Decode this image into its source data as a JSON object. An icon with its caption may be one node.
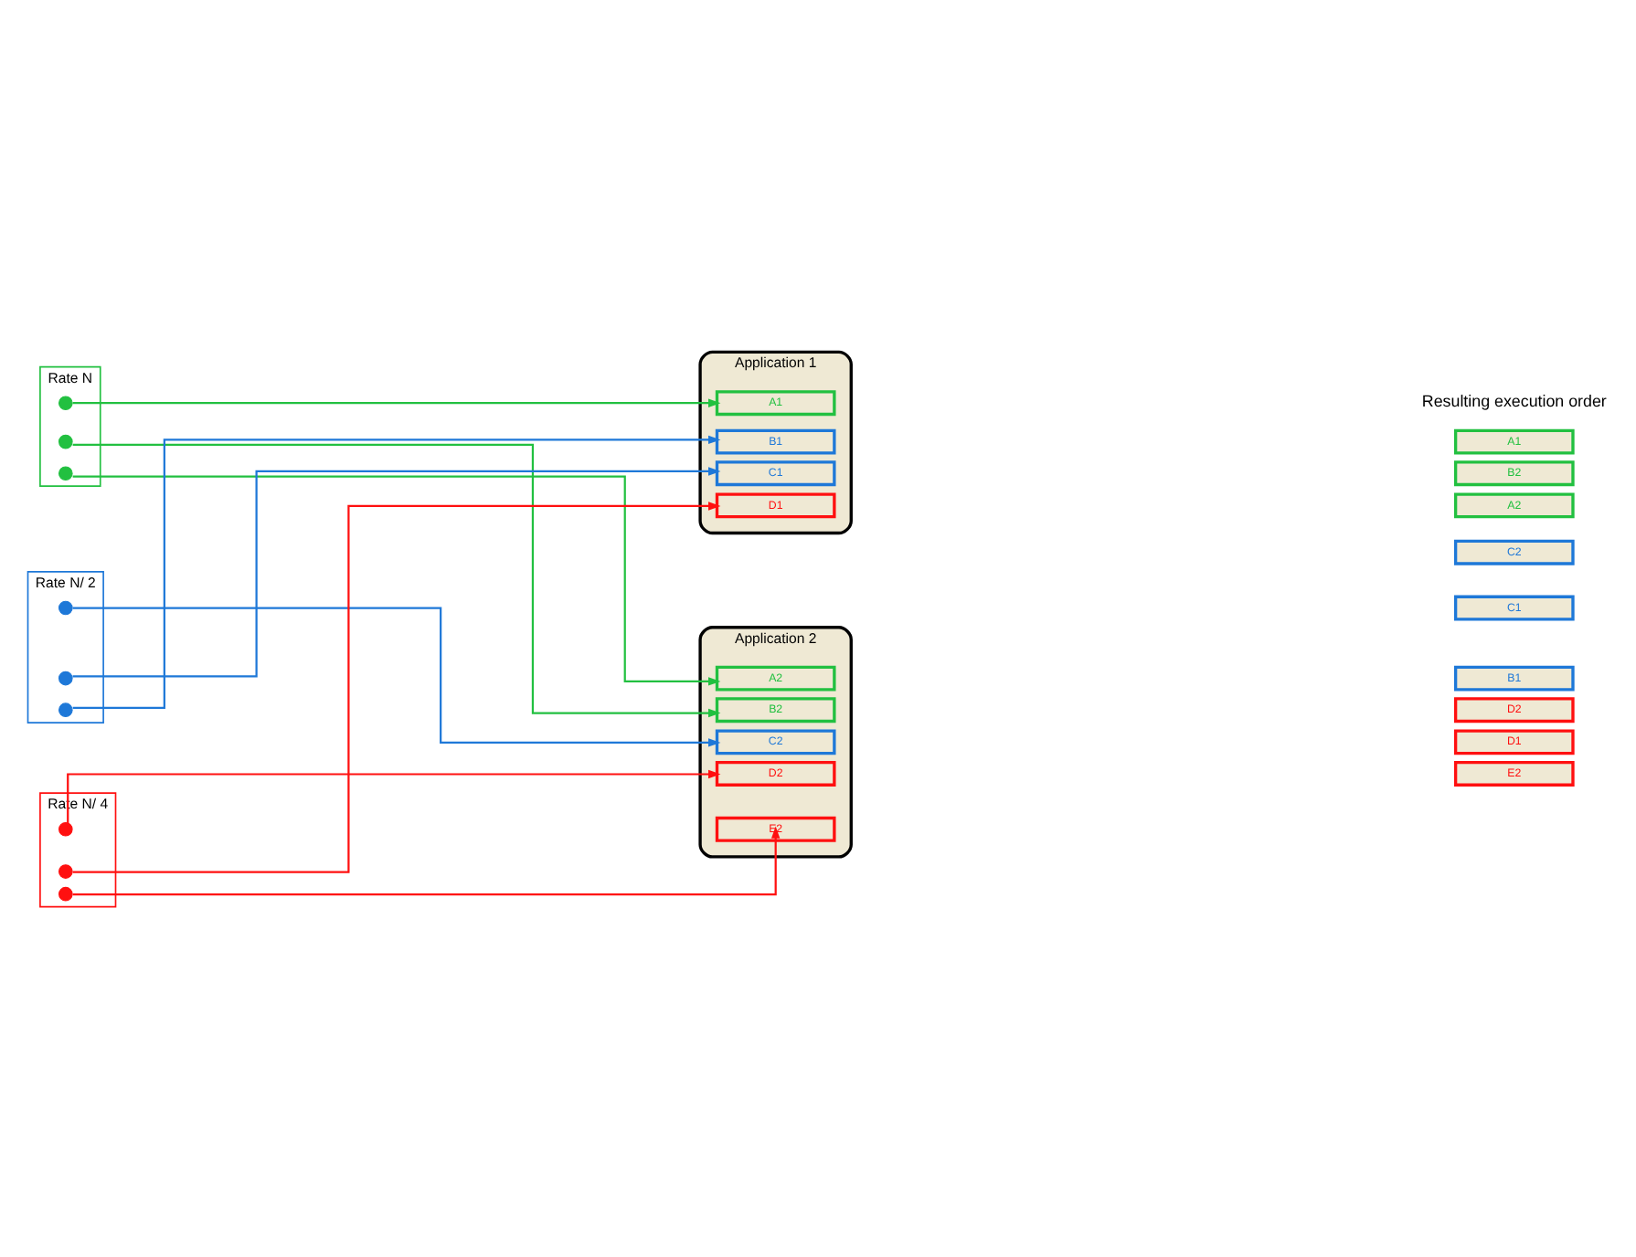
{
  "diagram": {
    "nodes": [
      {
        "text": [
          "Rate N"
        ]
      },
      {
        "text": [],
        "shape": "circle",
        "in": 0
      },
      {
        "text": [],
        "shape": "circle",
        "in": 0
      },
      {
        "text": [],
        "shape": "circle",
        "in": 0
      },
      {
        "text": [
          "Rate N/ 2"
        ]
      },
      {
        "text": [],
        "shape": "circle",
        "in": 4
      },
      {
        "text": [],
        "shape": "circle",
        "in": 4
      },
      {
        "text": [],
        "shape": "circle",
        "in": 4
      },
      {
        "text": [
          "Rate N/ 4"
        ]
      },
      {
        "text": [],
        "shape": "circle",
        "in": 8
      },
      {
        "text": [],
        "shape": "circle",
        "in": 8
      },
      {
        "text": [],
        "shape": "circle",
        "in": 8
      },
      {
        "text": [
          "Application 1"
        ]
      },
      {
        "text": [
          "A1"
        ],
        "in": 12
      },
      {
        "text": [
          "B1"
        ],
        "in": 12
      },
      {
        "text": [
          "C1"
        ],
        "in": 12
      },
      {
        "text": [
          "D1"
        ],
        "in": 12
      },
      {
        "text": [
          "Application 2"
        ]
      },
      {
        "text": [
          "A2"
        ],
        "in": 17
      },
      {
        "text": [
          "B2"
        ],
        "in": 17
      },
      {
        "text": [
          "C2"
        ],
        "in": 17
      },
      {
        "text": [
          "D2"
        ],
        "in": 17
      },
      {
        "text": [
          "E2"
        ],
        "in": 17
      },
      {
        "text": [
          "A1"
        ]
      },
      {
        "text": [
          "B2"
        ]
      },
      {
        "text": [
          "A2"
        ]
      },
      {
        "text": [
          "C2"
        ]
      },
      {
        "text": [
          "C1"
        ]
      },
      {
        "text": [
          "B1"
        ]
      },
      {
        "text": [
          "D2"
        ]
      },
      {
        "text": [
          "D1"
        ]
      },
      {
        "text": [
          "E2"
        ]
      }
    ],
    "edges": [
      {
        "from": 1,
        "to": 13,
        "arrow": "to",
        "color": "#22c040"
      },
      {
        "from": 2,
        "to": 19,
        "arrow": "to",
        "color": "#22c040"
      },
      {
        "from": 3,
        "to": 18,
        "arrow": "to",
        "color": "#22c040"
      },
      {
        "from": 5,
        "to": 20,
        "arrow": "to",
        "color": "#1e78d8"
      },
      {
        "from": 6,
        "to": 15,
        "arrow": "to",
        "color": "#1e78d8"
      },
      {
        "from": 7,
        "to": 14,
        "arrow": "to",
        "color": "#1e78d8"
      },
      {
        "from": 9,
        "to": 21,
        "arrow": "to",
        "color": "#ff1010"
      },
      {
        "from": 10,
        "to": 16,
        "arrow": "to",
        "color": "#ff1010"
      },
      {
        "from": 11,
        "to": 22,
        "arrow": "to",
        "color": "#ff1010"
      }
    ],
    "labels": [
      "Resulting execution order"
    ]
  }
}
